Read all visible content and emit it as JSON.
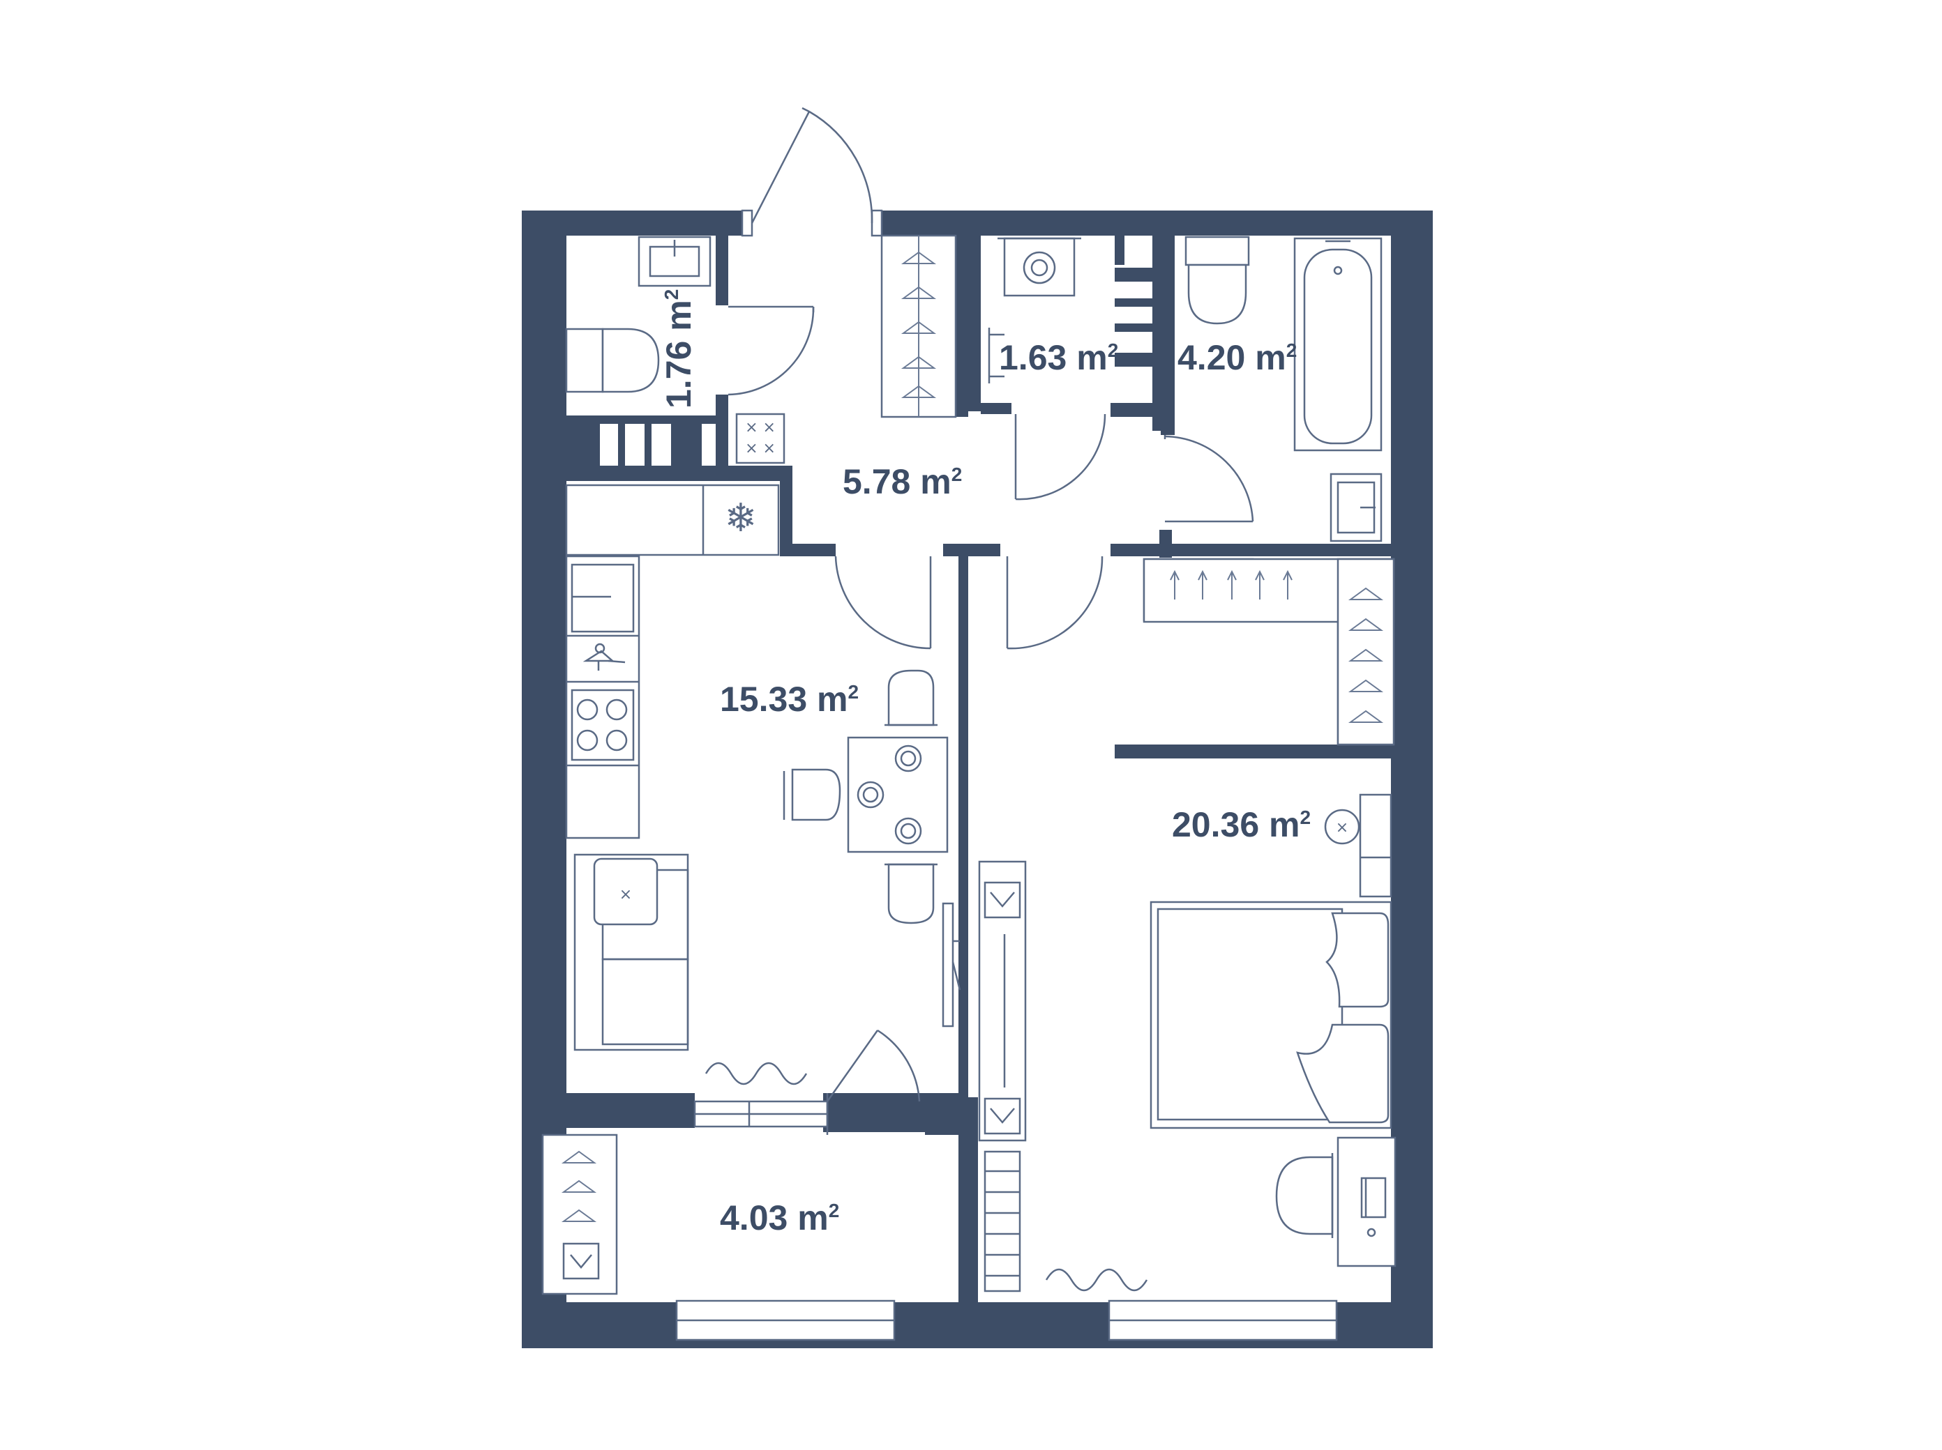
{
  "rooms": [
    {
      "id": "wc",
      "area": "1.76",
      "unit": "m",
      "sup": "2"
    },
    {
      "id": "laundry",
      "area": "1.63",
      "unit": "m",
      "sup": "2"
    },
    {
      "id": "bathroom",
      "area": "4.20",
      "unit": "m",
      "sup": "2"
    },
    {
      "id": "hallway",
      "area": "5.78",
      "unit": "m",
      "sup": "2"
    },
    {
      "id": "kitchen-living",
      "area": "15.33",
      "unit": "m",
      "sup": "2"
    },
    {
      "id": "bedroom",
      "area": "20.36",
      "unit": "m",
      "sup": "2"
    },
    {
      "id": "balcony",
      "area": "4.03",
      "unit": "m",
      "sup": "2"
    }
  ],
  "colors": {
    "wall": "#3d4d66",
    "line": "#5a6a85",
    "background": "#ffffff"
  },
  "icons": [
    "door-swing-icon",
    "hanger-icon",
    "toilet-icon",
    "sink-icon",
    "bathtub-icon",
    "washing-machine-icon",
    "stove-icon",
    "fridge-icon",
    "radiator-icon",
    "bed-icon",
    "sofa-icon",
    "table-icon",
    "chair-icon",
    "desk-icon",
    "laptop-icon",
    "lamp-icon",
    "shirt-icon"
  ]
}
